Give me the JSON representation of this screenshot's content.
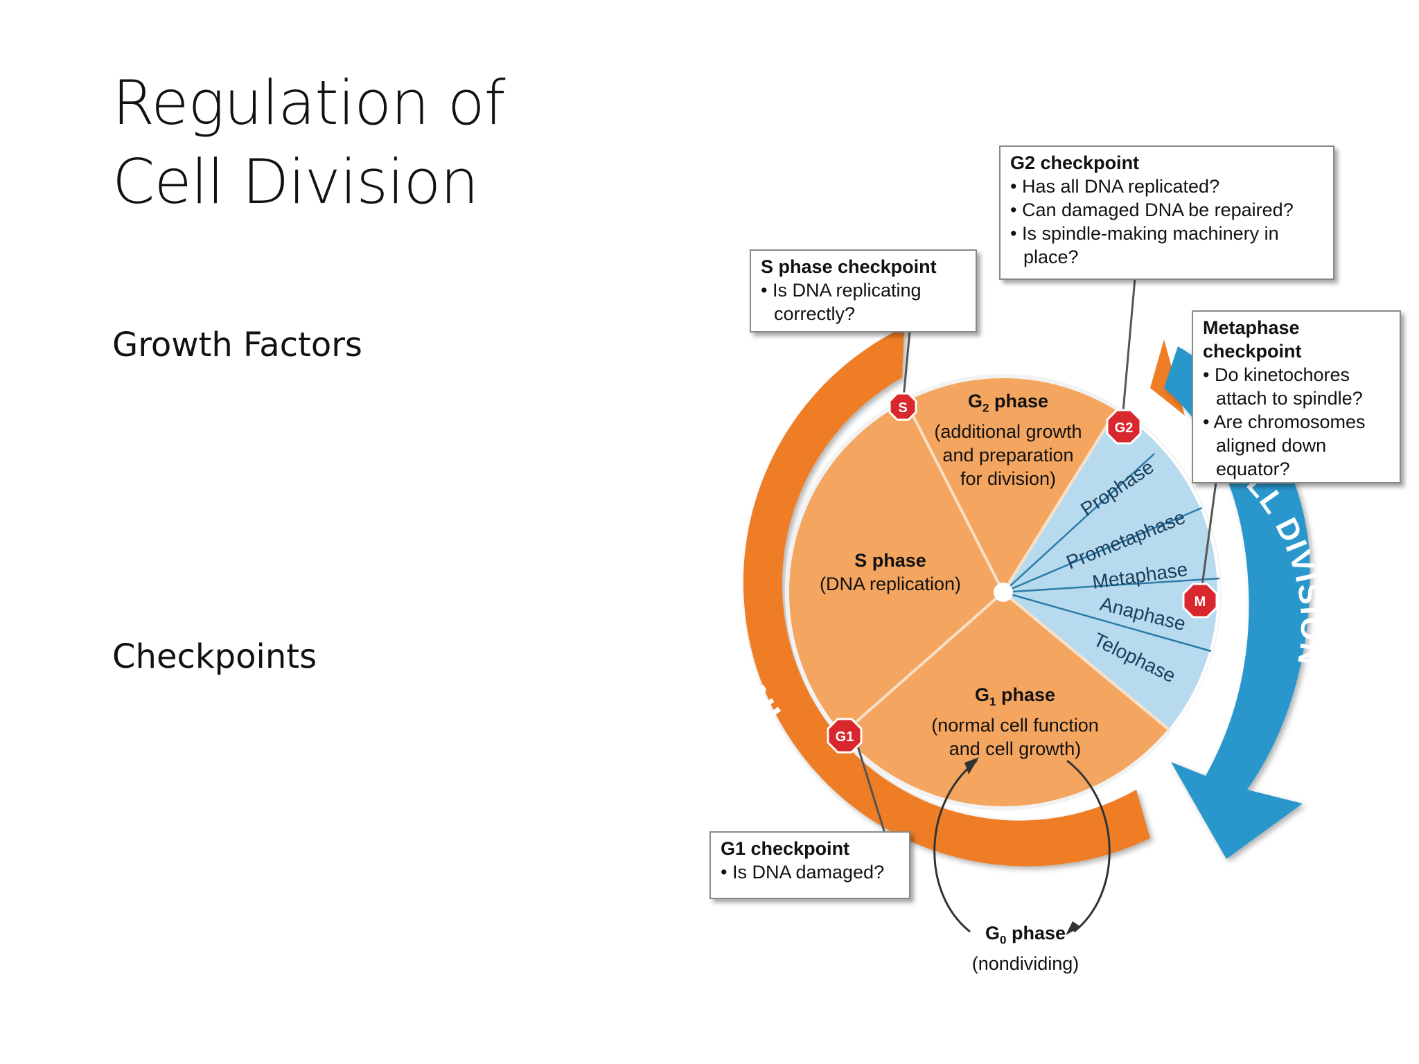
{
  "title": {
    "line1": "Regulation of",
    "line2": "Cell Division"
  },
  "points": [
    "Growth Factors",
    "Checkpoints"
  ],
  "diagram": {
    "ring_labels": {
      "interphase": "INTERPHA SE",
      "cell_division": "LL DIVISION"
    },
    "phases": {
      "g2": {
        "name": "G",
        "sub": "2",
        "suffix": " phase",
        "desc": [
          "(additional growth",
          "and preparation",
          "for division)"
        ]
      },
      "s": {
        "name": "S phase",
        "desc": [
          "(DNA replication)"
        ]
      },
      "g1": {
        "name": "G",
        "sub": "1",
        "suffix": " phase",
        "desc": [
          "(normal cell function",
          "and cell growth)"
        ]
      },
      "g0": {
        "name": "G",
        "sub": "0",
        "suffix": " phase",
        "desc": [
          "(nondividing)"
        ]
      }
    },
    "mitosis_phases": [
      "Prophase",
      "Prometaphase",
      "Metaphase",
      "Anaphase",
      "Telophase"
    ],
    "stop_signs": {
      "s": "S",
      "g2": "G2",
      "g1": "G1",
      "m": "M"
    },
    "checkpoints": {
      "g2": {
        "title": "G2 checkpoint",
        "items": [
          "• Has all DNA replicated?",
          "• Can damaged DNA be repaired?",
          "• Is spindle-making machinery in place?"
        ]
      },
      "s": {
        "title": "S phase checkpoint",
        "items": [
          "• Is DNA replicating correctly?"
        ]
      },
      "metaphase": {
        "title": "Metaphase checkpoint",
        "items": [
          "• Do kinetochores attach to spindle?",
          "• Are chromosomes aligned down equator?"
        ]
      },
      "g1": {
        "title": "G1 checkpoint",
        "items": [
          "• Is DNA damaged?"
        ]
      }
    },
    "colors": {
      "ring": "#ee7d26",
      "inner": "#f4a661",
      "mitosis": "#b8daee",
      "arrow": "#2b97cc",
      "stop": "#d9272e"
    }
  }
}
